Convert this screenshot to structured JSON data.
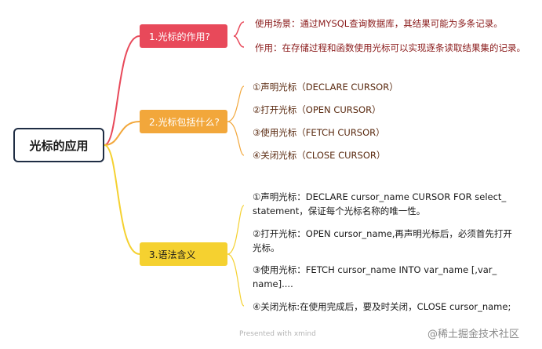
{
  "root": {
    "label": "光标的应用"
  },
  "branches": [
    {
      "label": "1.光标的作用?",
      "color": "#e8495a",
      "items": [
        "使用场景：通过MYSQL查询数据库，其结果可能为多条记录。",
        "作用：在存储过程和函数使用光标可以实现逐条读取结果集的记录。"
      ]
    },
    {
      "label": "2.光标包括什么?",
      "color": "#f2a73b",
      "items": [
        "①声明光标（DECLARE  CURSOR）",
        "②打开光标（OPEN    CURSOR）",
        "③使用光标（FETCH    CURSOR）",
        "④关闭光标（CLOSE   CURSOR）"
      ]
    },
    {
      "label": "3.语法含义",
      "color": "#f5d130",
      "items": [
        {
          "line1": "①声明光标：DECLARE  cursor_name  CURSOR  FOR  select_",
          "line2": "statement，保证每个光标名称的唯一性。"
        },
        {
          "line1": "②打开光标：OPEN  cursor_name,再声明光标后，必须首先打开",
          "line2": "光标。"
        },
        {
          "line1": "③使用光标：FETCH   cursor_name    INTO  var_name [,var_",
          "line2": "name]...."
        },
        {
          "line1": "④关闭光标:在使用完成后，要及时关闭，CLOSE cursor_name;",
          "line2": ""
        }
      ]
    }
  ],
  "footer": {
    "presented": "Presented with xmind",
    "site": "@稀土掘金技术社区"
  }
}
